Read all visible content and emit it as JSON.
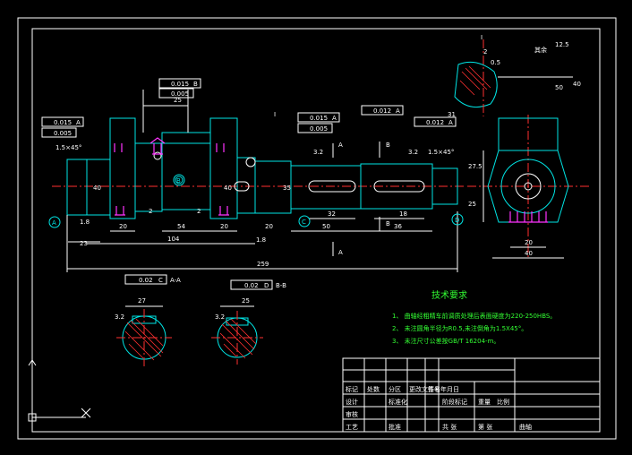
{
  "dims": {
    "d20": "20",
    "d25": "25",
    "d2a": "2",
    "d2b": "2",
    "d20b": "20",
    "d54": "54",
    "d104": "104",
    "d23": "23",
    "d18a": "1.8",
    "d18b": "1.8",
    "d20c": "20",
    "d32": "32",
    "d50": "50",
    "d18c": "18",
    "d36": "36",
    "d259": "259",
    "d275": "27.5",
    "d25r": "25",
    "d20r": "20",
    "d40r": "40",
    "d05": "0.5",
    "d2top": "2",
    "d31": "31",
    "d50r": "50",
    "d40diag": "40",
    "d27": "27",
    "d25b": "25",
    "d32s": "3.2",
    "d32t": "3.2",
    "d32u": "3.2",
    "d32v": "3.2",
    "d40v": "40",
    "d40w": "40",
    "d35": "35",
    "rough": "12.5",
    "rough_label": "其余"
  },
  "chamfers": {
    "c1": "1.5×45°",
    "c2": "1.5×45°"
  },
  "tolerances": {
    "t1": "0.015",
    "t1d": "A",
    "t2": "0.005",
    "t3": "0.015",
    "t3d": "B",
    "t4": "0.005",
    "t5": "0.015",
    "t5d": "A",
    "t6": "0.005",
    "t7": "0.012",
    "t7d": "A",
    "t8": "0.012",
    "t8d": "A",
    "t9": "0.02",
    "t9d": "C",
    "t10": "0.02",
    "t10d": "D"
  },
  "datums": {
    "a": "A",
    "b": "B",
    "c": "C",
    "d": "D"
  },
  "sections": {
    "aa": "A-A",
    "bb": "B-B",
    "aArrow": "A",
    "bArrow": "B",
    "aArrow2": "A",
    "bArrow2": "B",
    "detail": "I",
    "detail2": "I"
  },
  "tech": {
    "title": "技术要求",
    "r1": "1、 曲轴经粗精车前调质处理后表面硬度为220-250HBS。",
    "r2": "2、 未注圆角半径为R0.5,未注倒角为1.5X45°。",
    "r3": "3、 未注尺寸公差按GB/T 16204-m。"
  },
  "titleblock": {
    "c1": "标记",
    "c2": "处数",
    "c3": "分区",
    "c4": "更改文件号",
    "c5": "签名",
    "c6": "年月日",
    "c7": "设计",
    "c8": "审核",
    "c9": "工艺",
    "c10": "批准",
    "c11": "标准化",
    "c12": "阶段标记",
    "c13": "重量",
    "c14": "比例",
    "c15": "共 张",
    "c16": "第 张",
    "c17": "曲轴"
  }
}
